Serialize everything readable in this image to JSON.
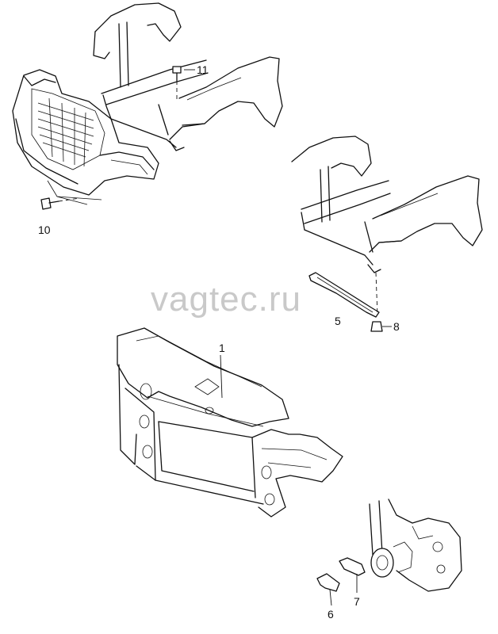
{
  "watermark": "vagtec.ru",
  "callouts": {
    "c1": "1",
    "c5": "5",
    "c6": "6",
    "c7": "7",
    "c8": "8",
    "c10": "10",
    "c11": "11"
  }
}
